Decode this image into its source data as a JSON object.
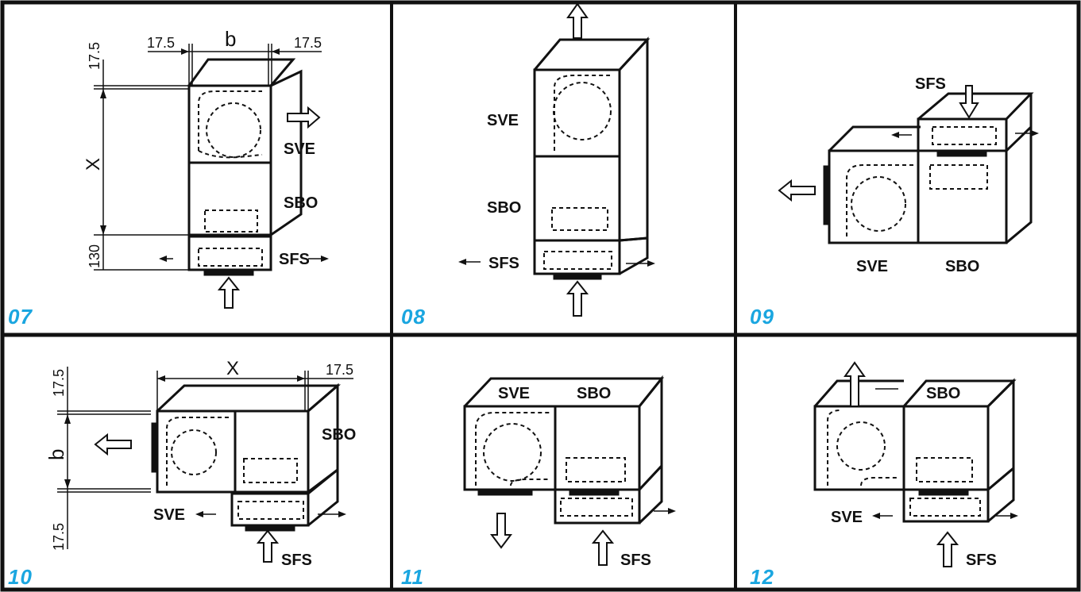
{
  "labels": {
    "sve": "SVE",
    "sbo": "SBO",
    "sfs": "SFS"
  },
  "dimensions": {
    "d175": "17.5",
    "b": "b",
    "x": "X",
    "d130": "130"
  },
  "panels": [
    {
      "number": "07"
    },
    {
      "number": "08"
    },
    {
      "number": "09"
    },
    {
      "number": "10"
    },
    {
      "number": "11"
    },
    {
      "number": "12"
    }
  ],
  "colors": {
    "accent": "#1aa6e0",
    "line": "#111111"
  }
}
